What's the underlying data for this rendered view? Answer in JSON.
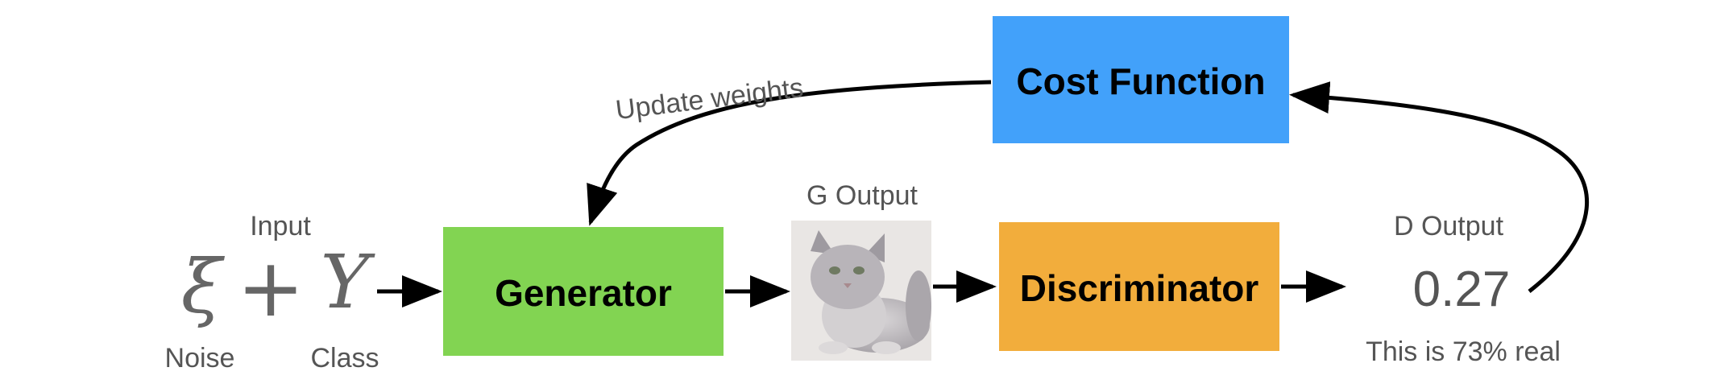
{
  "input": {
    "heading": "Input",
    "noise_symbol": "ξ",
    "plus_symbol": "+",
    "class_symbol": "Y",
    "noise_label": "Noise",
    "class_label": "Class"
  },
  "generator": {
    "label": "Generator",
    "color": "#82d452"
  },
  "g_output": {
    "label": "G Output",
    "image": "gray-cat-photo"
  },
  "discriminator": {
    "label": "Discriminator",
    "color": "#f2ad3c"
  },
  "d_output": {
    "heading": "D Output",
    "value": "0.27",
    "caption": "This is 73% real"
  },
  "cost_function": {
    "label": "Cost Function",
    "color": "#42a1fa"
  },
  "feedback": {
    "label": "Update weights"
  }
}
